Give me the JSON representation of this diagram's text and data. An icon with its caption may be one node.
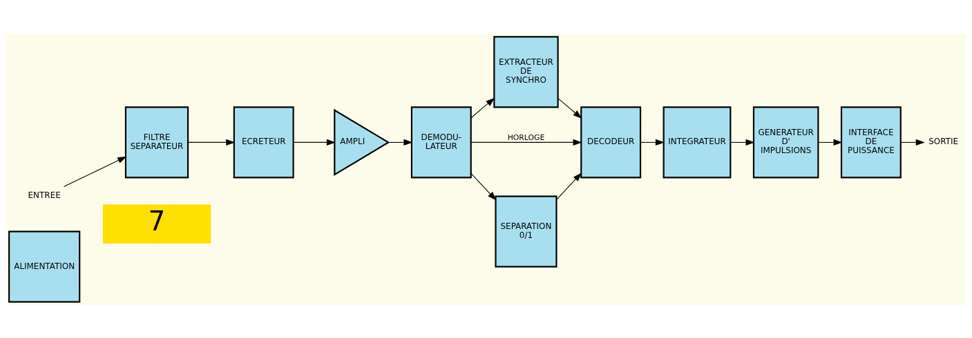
{
  "diagram": {
    "nodes": [
      {
        "text": [
          "ALIMENTATION"
        ]
      },
      {
        "text": [
          "ENTREE"
        ]
      },
      {
        "text": [
          "FILTRE SEPARATEUR"
        ]
      },
      {
        "text": [
          "ECRETEUR"
        ]
      },
      {
        "text": [
          "AMPLI"
        ]
      },
      {
        "text": [
          "DEMODU- LATEUR"
        ]
      },
      {
        "text": [
          "EXTRACTEUR DE SYNCHRO"
        ]
      },
      {
        "text": [
          "DECODEUR"
        ]
      },
      {
        "text": [
          "INTEGRATEUR"
        ]
      },
      {
        "text": [
          "GENERATEUR D' IMPULSIONS"
        ]
      },
      {
        "text": [
          "INTERFACE DE PUISSANCE"
        ]
      },
      {
        "text": [
          "SORTIE"
        ]
      },
      {
        "text": [
          "SEPARATION 0/1"
        ]
      }
    ],
    "edges": [
      {
        "from": 1,
        "to": 2,
        "arrow": "to"
      },
      {
        "from": 2,
        "to": 3,
        "arrow": "to"
      },
      {
        "from": 3,
        "to": 4,
        "arrow": "to"
      },
      {
        "from": 4,
        "to": 5,
        "arrow": "to"
      },
      {
        "from": 5,
        "to": 6,
        "arrow": "to"
      },
      {
        "from": 5,
        "to": 7,
        "arrow": "to",
        "label": "HORLOGE"
      },
      {
        "from": 5,
        "to": 12,
        "arrow": "to"
      },
      {
        "from": 6,
        "to": 7,
        "arrow": "to"
      },
      {
        "from": 12,
        "to": 7,
        "arrow": "to"
      },
      {
        "from": 7,
        "to": 8,
        "arrow": "to"
      },
      {
        "from": 8,
        "to": 9,
        "arrow": "to"
      },
      {
        "from": 9,
        "to": 10,
        "arrow": "to"
      },
      {
        "from": 10,
        "to": 11,
        "arrow": "to"
      }
    ],
    "labels": [
      "7"
    ]
  }
}
